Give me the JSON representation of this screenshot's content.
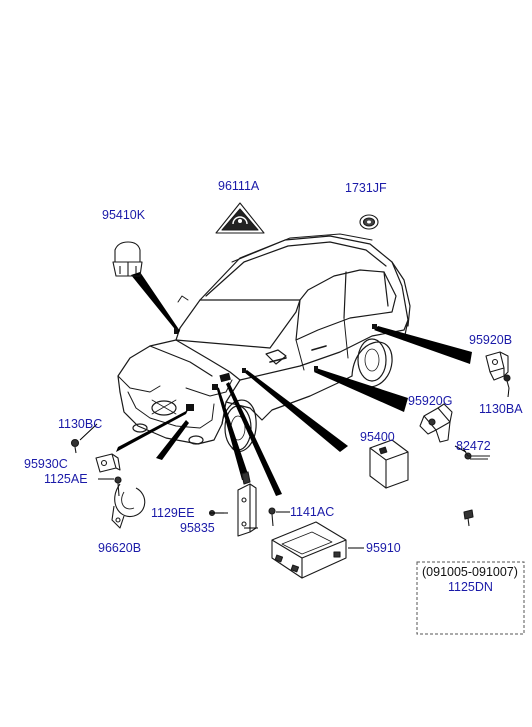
{
  "diagram": {
    "part_labels": {
      "p96111A": "96111A",
      "p1731JF": "1731JF",
      "p95410K": "95410K",
      "p95920B": "95920B",
      "p1130BA": "1130BA",
      "p95920G": "95920G",
      "p95400": "95400",
      "p82472": "82472",
      "p1125DN": "1125DN",
      "p1130BC": "1130BC",
      "p95930C": "95930C",
      "p1125AE": "1125AE",
      "p1129EE": "1129EE",
      "p95835": "95835",
      "p1141AC": "1141AC",
      "p95910": "95910",
      "p96620B": "96620B"
    },
    "date_range_note": "(091005-091007)",
    "colors": {
      "link_label": "#1a1aa8",
      "line_art": "#1a1a1a",
      "leader": "#000000"
    }
  }
}
